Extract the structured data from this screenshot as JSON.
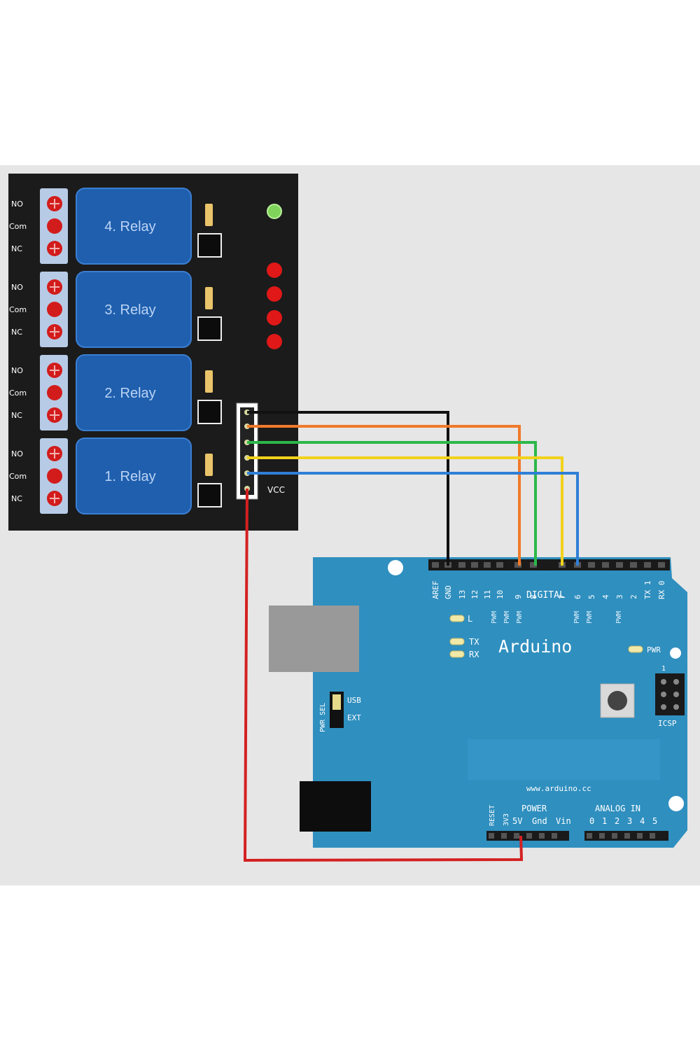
{
  "relay_module": {
    "terminal_labels": [
      "NO",
      "Com",
      "NC"
    ],
    "relays": [
      "4. Relay",
      "3. Relay",
      "2. Relay",
      "1. Relay"
    ],
    "pin_label_vcc": "VCC"
  },
  "arduino": {
    "brand": "Arduino",
    "website": "www.arduino.cc",
    "digital_label": "DIGITAL",
    "digital_top_pins": [
      "AREF",
      "GND",
      "13",
      "12",
      "11",
      "10",
      "9",
      "8",
      "7",
      "6",
      "5",
      "4",
      "3",
      "2",
      "TX 1",
      "RX 0"
    ],
    "pwm_label": "PWM",
    "led_l": "L",
    "led_tx": "TX",
    "led_rx": "RX",
    "led_pwr": "PWR",
    "pwr_sel": "PWR SEL",
    "usb": "USB",
    "ext": "EXT",
    "icsp": "ICSP",
    "icsp_pin1": "1",
    "reset": "RESET",
    "v3": "3V3",
    "power_label": "POWER",
    "power_pins": [
      "5V",
      "Gnd",
      "Vin"
    ],
    "analog_label": "ANALOG IN",
    "analog_pins": [
      "0",
      "1",
      "2",
      "3",
      "4",
      "5"
    ]
  },
  "wires": [
    {
      "name": "gnd-wire",
      "color": "#111111"
    },
    {
      "name": "in1-wire",
      "color": "#f07a2a"
    },
    {
      "name": "in2-wire",
      "color": "#2db84a"
    },
    {
      "name": "in3-wire",
      "color": "#f2d21b"
    },
    {
      "name": "in4-wire",
      "color": "#2f7fd6"
    },
    {
      "name": "vcc-wire",
      "color": "#d42020"
    }
  ],
  "colors": {
    "board": "#1b1b1b",
    "relay_blue": "#1f5fae",
    "arduino_teal": "#2f8fbf",
    "led_green": "#7fd35a",
    "led_red": "#e01818"
  }
}
